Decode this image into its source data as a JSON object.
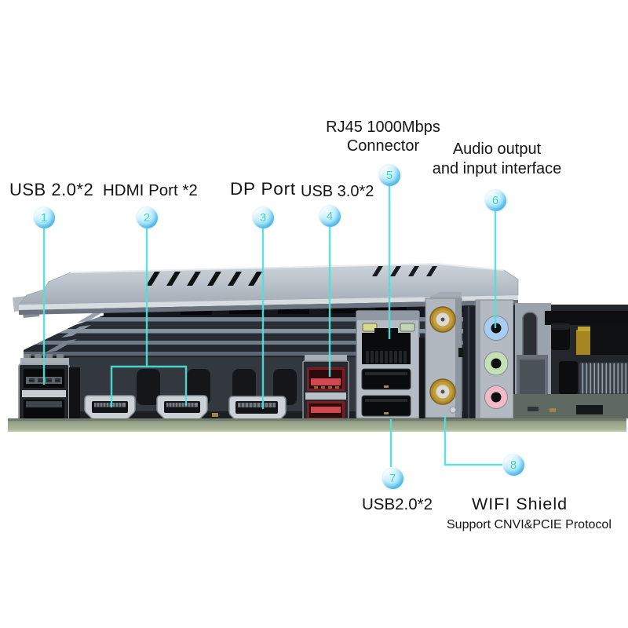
{
  "colors": {
    "accent_line": "#4ce2da",
    "circle_number": "#2fd9bd",
    "background": "#ffffff",
    "usb3_red": "#cf4750",
    "audio_blue": "#a9cdf1",
    "audio_green": "#c6e0b5",
    "audio_pink": "#f3b9c8",
    "antenna_gold": "#b08a2e",
    "heatsink_silver": "#c9cfd6"
  },
  "callouts": [
    {
      "number": "1",
      "label": "USB 2.0*2"
    },
    {
      "number": "2",
      "label": "HDMI Port *2"
    },
    {
      "number": "3",
      "label": "DP Port"
    },
    {
      "number": "4",
      "label": "USB 3.0*2"
    },
    {
      "number": "5",
      "label": "RJ45 1000Mbps",
      "label2": "Connector"
    },
    {
      "number": "6",
      "label": "Audio output",
      "label2": "and input interface"
    },
    {
      "number": "7",
      "label": "USB2.0*2"
    },
    {
      "number": "8",
      "label": "WIFI Shield",
      "label2": "Support CNVI&PCIE Protocol"
    }
  ]
}
